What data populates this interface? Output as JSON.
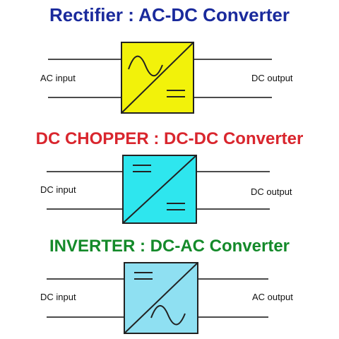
{
  "converters": [
    {
      "title_main": "Rectifier : AC-DC Converter",
      "input_label": "AC input",
      "output_label": "DC output",
      "input_symbol": "sine-wave-icon",
      "output_symbol": "dc-equals-icon",
      "title_color": "#1a2a9c",
      "box_color": "#f2f20a"
    },
    {
      "title_main": "DC CHOPPER : DC-DC Converter",
      "input_label": "DC input",
      "output_label": "DC output",
      "input_symbol": "dc-equals-icon",
      "output_symbol": "dc-equals-icon",
      "title_color": "#d9262e",
      "box_color": "#2ee6ee"
    },
    {
      "title_main": "INVERTER : DC-AC Converter",
      "input_label": "DC input",
      "output_label": "AC output",
      "input_symbol": "dc-equals-icon",
      "output_symbol": "sine-wave-icon",
      "title_color": "#148a2a",
      "box_color": "#8fe0f2"
    }
  ]
}
